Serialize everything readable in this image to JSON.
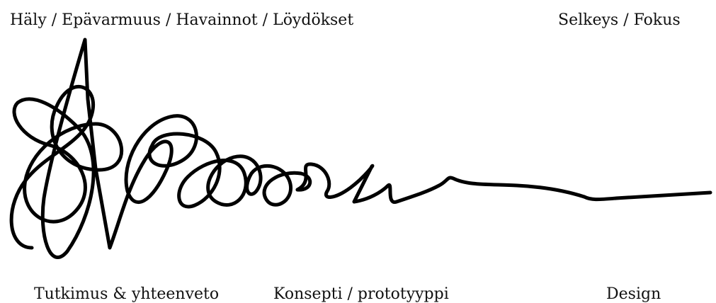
{
  "labels": {
    "top_left": "Häly / Epävarmuus / Havainnot / Löydökset",
    "top_right": "Selkeys / Fokus",
    "bottom_research": "Tutkimus & yhteenveto",
    "bottom_concept": "Konsepti / prototyyppi",
    "bottom_design": "Design"
  },
  "colors": {
    "ink": "#000000",
    "background": "#ffffff"
  }
}
